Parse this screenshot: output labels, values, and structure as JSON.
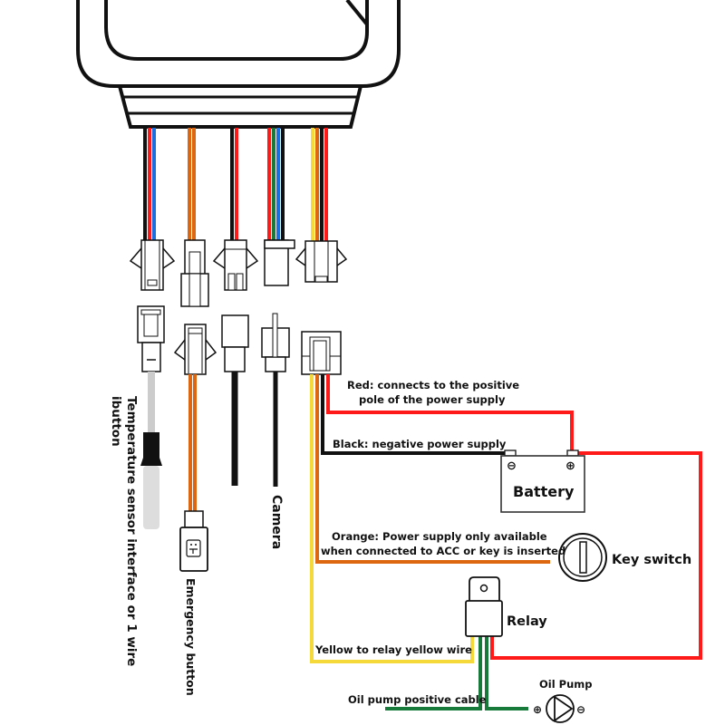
{
  "title": "GPS tracker wiring diagram",
  "colors": {
    "red": "#ff1a1a",
    "black": "#111111",
    "blue": "#1a6fe0",
    "orange": "#dd6611",
    "green": "#177a3a",
    "yellow": "#f5d83a",
    "gray": "#cccccc",
    "light_gray": "#dddddd"
  },
  "harness": {
    "groups": [
      {
        "name": "temperature-ibutton",
        "wires": [
          "black",
          "red",
          "blue"
        ]
      },
      {
        "name": "emergency-button",
        "wires": [
          "orange",
          "orange"
        ]
      },
      {
        "name": "camera-a",
        "wires": [
          "black",
          "red"
        ]
      },
      {
        "name": "camera-b",
        "wires": [
          "red",
          "green",
          "blue",
          "black"
        ]
      },
      {
        "name": "power",
        "wires": [
          "yellow",
          "orange",
          "black",
          "red"
        ]
      }
    ]
  },
  "labels": {
    "red_wire_line1": "Red: connects to the positive",
    "red_wire_line2": "pole of the power supply",
    "black_wire": "Black: negative power supply",
    "orange_wire_line1": "Orange: Power supply only available",
    "orange_wire_line2": "when connected to ACC or key is inserted",
    "yellow_wire": "Yellow to relay yellow wire",
    "oil_pump_cable": "Oil pump positive cable",
    "temperature_line1": "Temperature sensor interface or 1 wire",
    "temperature_line2": "ibutton",
    "emergency_button": "Emergency button",
    "camera": "Camera"
  },
  "components": {
    "battery": {
      "label": "Battery",
      "negative_symbol": "⊖",
      "positive_symbol": "⊕"
    },
    "key_switch": {
      "label": "Key switch"
    },
    "relay": {
      "label": "Relay"
    },
    "oil_pump": {
      "label": "Oil Pump",
      "positive_symbol": "⊕",
      "negative_symbol": "⊖"
    }
  }
}
